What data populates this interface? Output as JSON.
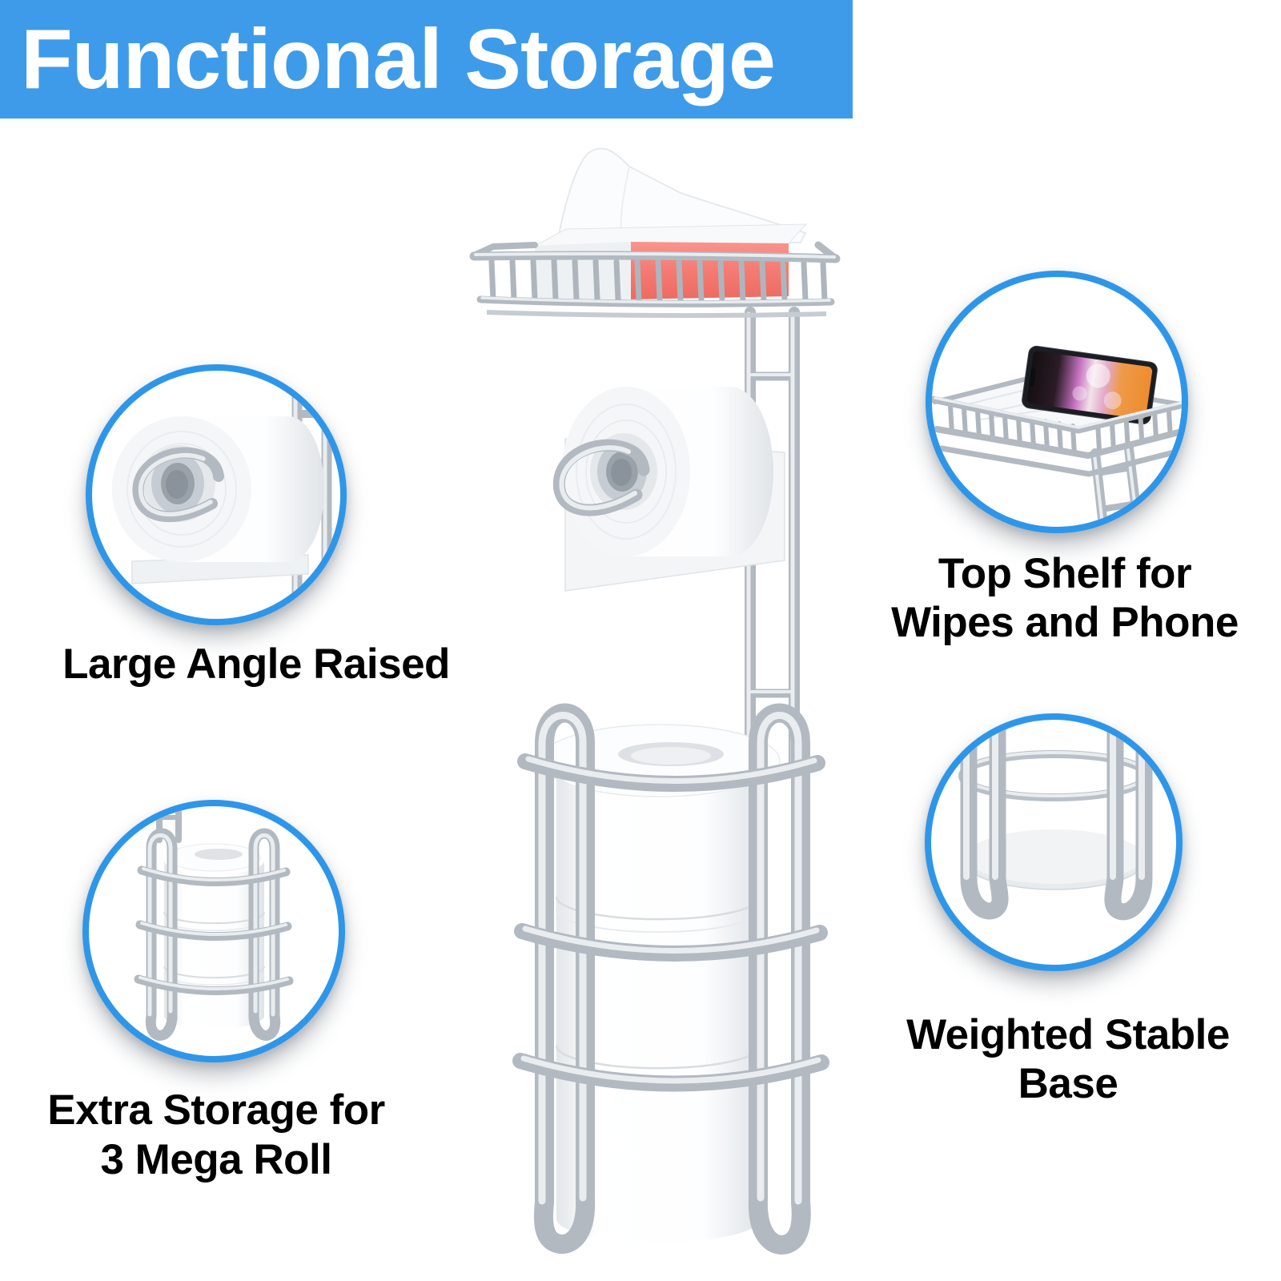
{
  "banner": {
    "title": "Functional Storage",
    "background_color": "#3E9BE9",
    "text_color": "#FFFFFF"
  },
  "colors": {
    "callout_ring_blue": "#2E96E9",
    "tissue_box_coral": "#F47D75",
    "metal_silver": "#C3C9D0",
    "paper_white": "#FFFFFF",
    "caption_text": "#000000"
  },
  "callouts": {
    "large_angle": {
      "line1": "Large Angle Raised",
      "line2": "",
      "image": "toilet-roll-on-raised-hook-closeup"
    },
    "top_shelf": {
      "line1": "Top Shelf for",
      "line2": "Wipes and Phone",
      "image": "top-basket-with-phone-closeup"
    },
    "extra_storage": {
      "line1": "Extra Storage for",
      "line2": "3 Mega Roll",
      "image": "reserve-cage-three-rolls-closeup"
    },
    "weighted_base": {
      "line1": "Weighted Stable",
      "line2": "Base",
      "image": "weighted-base-closeup"
    }
  },
  "main_figure": {
    "image": "freestanding-toilet-paper-holder-stand-with-top-basket-tissue-box-spare-roll-and-three-roll-reserve"
  }
}
